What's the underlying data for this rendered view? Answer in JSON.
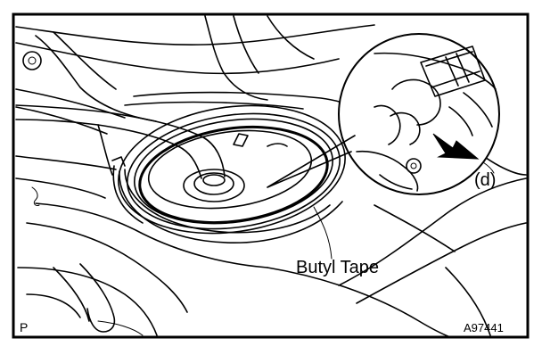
{
  "figure": {
    "labels": {
      "tape": "Butyl Tape",
      "callout": "(d)",
      "view_marker": "P",
      "figure_id": "A97441"
    },
    "colors": {
      "ink": "#000000",
      "paper": "#ffffff"
    }
  }
}
